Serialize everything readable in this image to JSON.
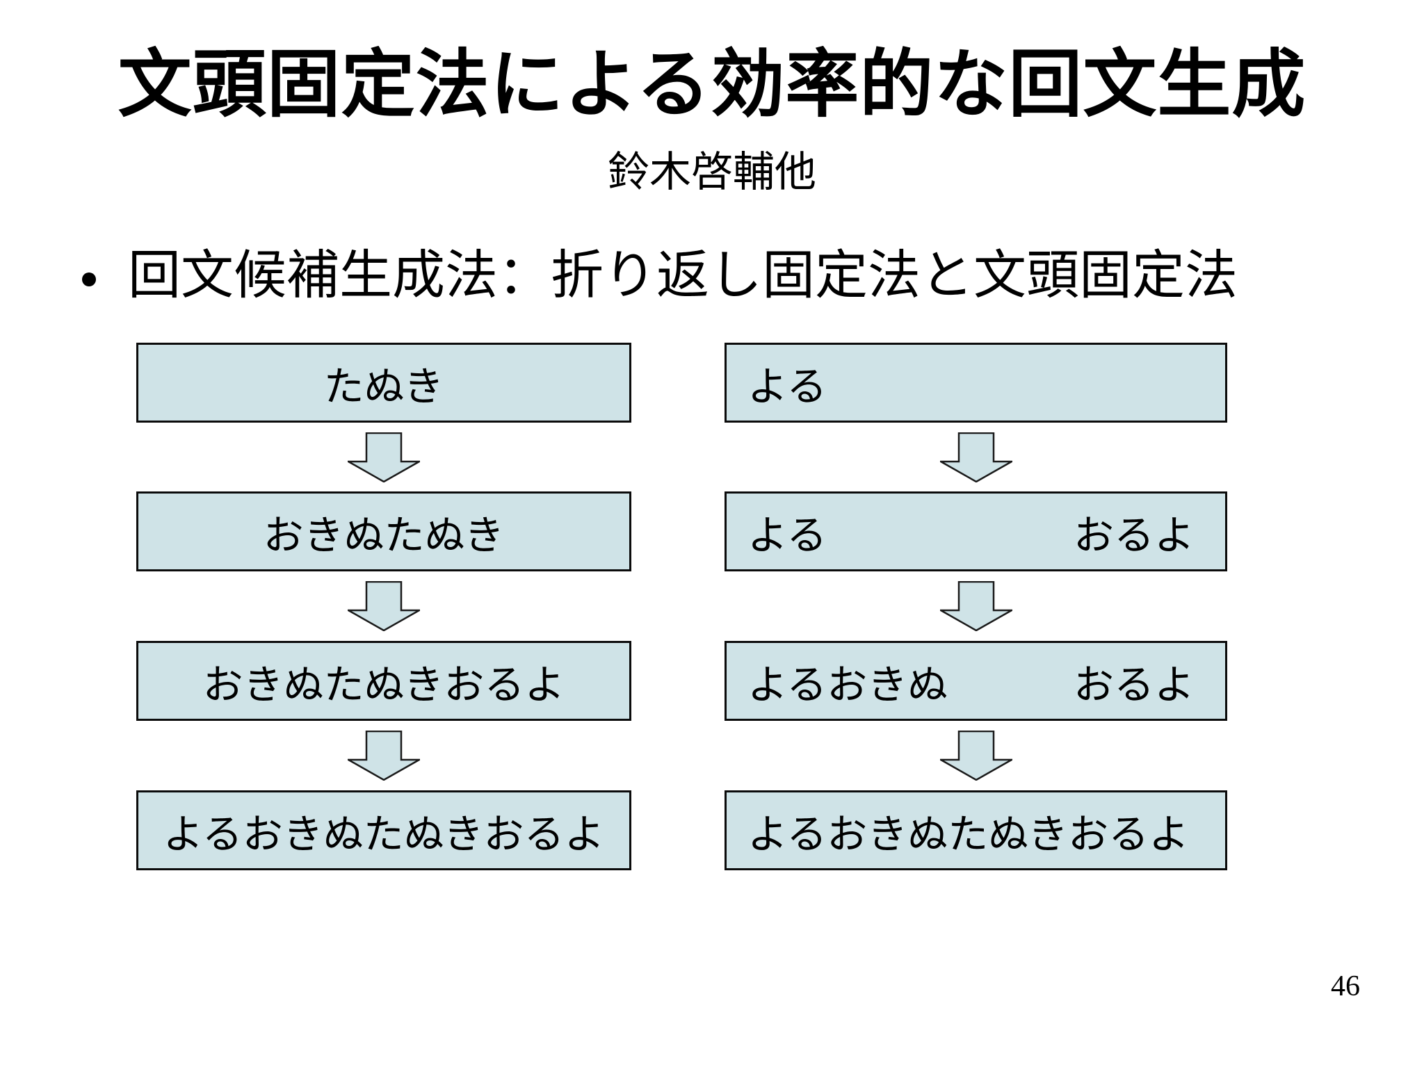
{
  "slide": {
    "title": "文頭固定法による効率的な回文生成",
    "subtitle": "鈴木啓輔他",
    "bullet_marker": "•",
    "bullet_text": "回文候補生成法：折り返し固定法と文頭固定法",
    "page_number": "46"
  },
  "diagram": {
    "arrow_icon": "down-arrow-icon",
    "colors": {
      "box_fill": "#cfe3e7",
      "box_border": "#0b0b0b",
      "text": "#000000",
      "background": "#ffffff"
    },
    "columns": [
      {
        "boxes": [
          {
            "left": "たぬき",
            "right": ""
          },
          {
            "left": "おきぬたぬき",
            "right": ""
          },
          {
            "left": "おきぬたぬきおるよ",
            "right": ""
          },
          {
            "left": "よるおきぬたぬきおるよ",
            "right": ""
          }
        ]
      },
      {
        "boxes": [
          {
            "left": "よる",
            "right": ""
          },
          {
            "left": "よる",
            "right": "おるよ"
          },
          {
            "left": "よるおきぬ",
            "right": "おるよ"
          },
          {
            "left": "よるおきぬたぬきおるよ",
            "right": ""
          }
        ]
      }
    ]
  }
}
